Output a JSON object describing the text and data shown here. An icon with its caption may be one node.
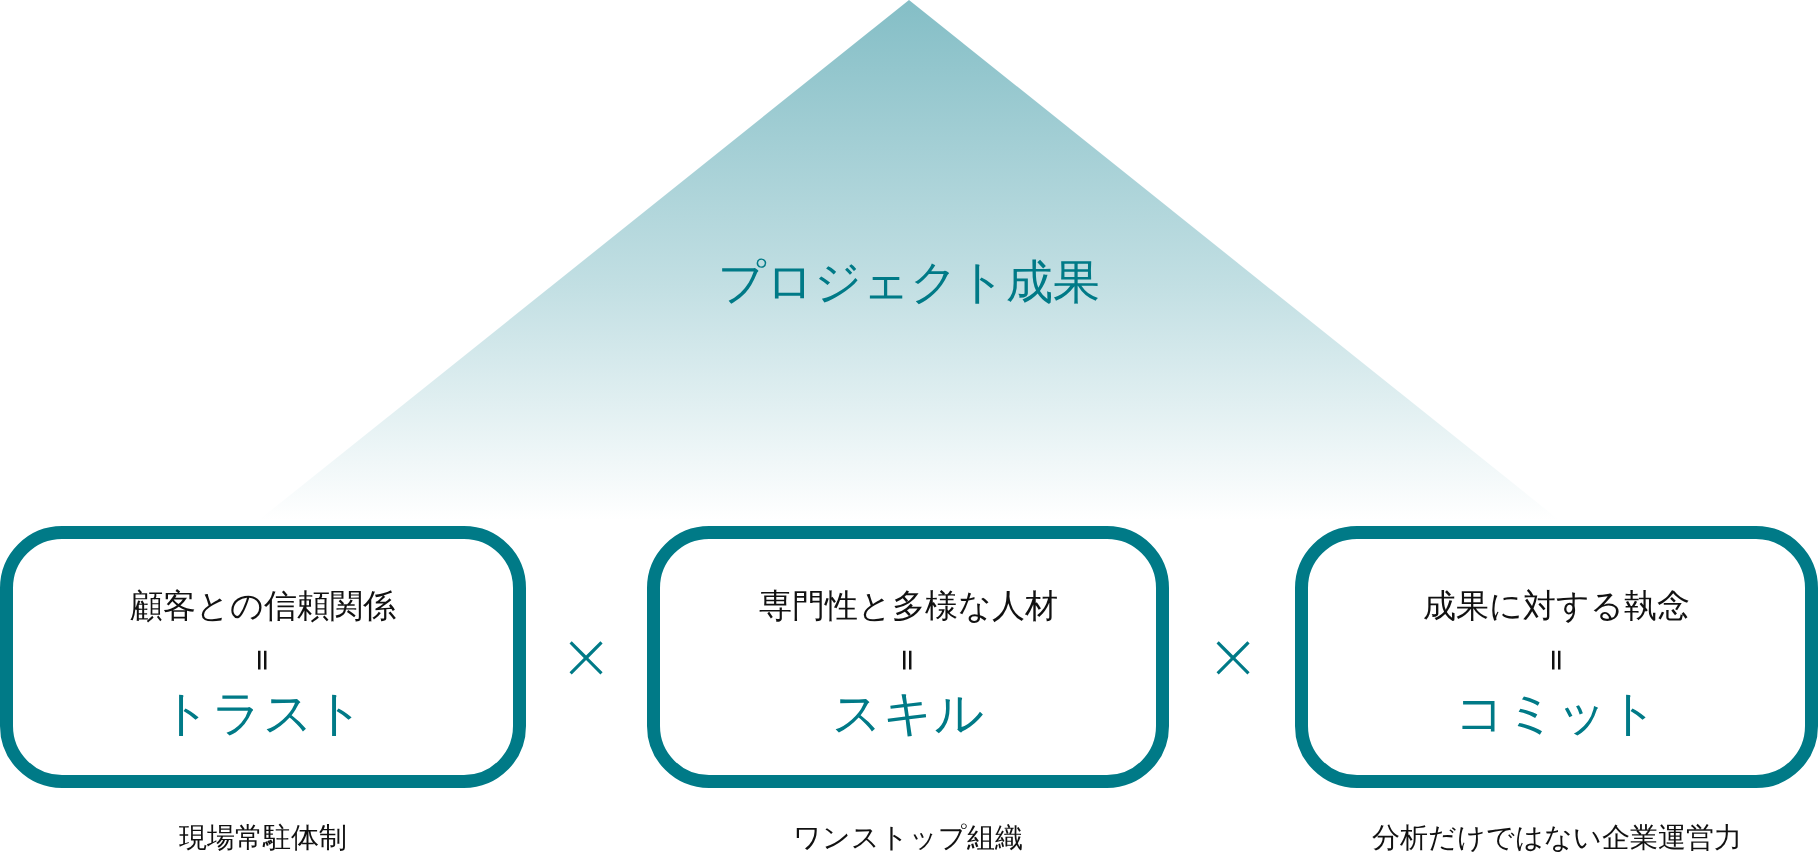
{
  "diagram": {
    "nodes": [
      {
        "text": [
          "プロジェクト成果"
        ]
      },
      {
        "text": [
          "顧客との信頼関係",
          "=",
          "トラスト"
        ],
        "beside": [
          "現場常駐体制"
        ]
      },
      {
        "text": [
          "専門性と多様な人材",
          "=",
          "スキル"
        ],
        "beside": [
          "ワンストップ組織"
        ]
      },
      {
        "text": [
          "成果に対する執念",
          "=",
          "コミット"
        ],
        "beside": [
          "分析だけではない企業運営力"
        ]
      }
    ],
    "labels": [
      "×",
      "×"
    ]
  }
}
